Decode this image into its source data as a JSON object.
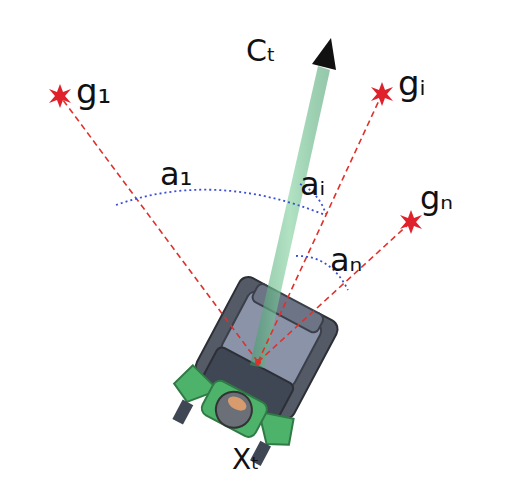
{
  "diagram": {
    "labels": [
      "g₁",
      "gᵢ",
      "gₙ",
      "Cₜ",
      "a₁",
      "aᵢ",
      "aₙ",
      "Xₜ"
    ]
  }
}
